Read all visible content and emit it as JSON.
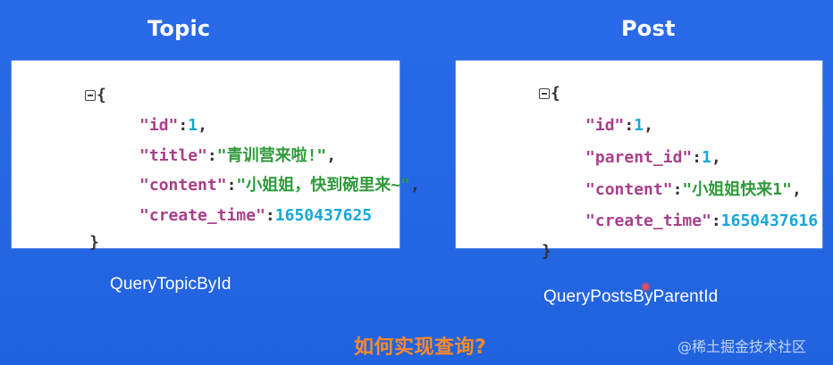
{
  "topic": {
    "title": "Topic",
    "caption": "QueryTopicById",
    "json": {
      "open_brace": "{",
      "close_brace": "}",
      "fields": [
        {
          "key": "\"id\"",
          "value": "1",
          "kind": "num",
          "trail": ","
        },
        {
          "key": "\"title\"",
          "value": "\"青训营来啦!\"",
          "kind": "str",
          "trail": ","
        },
        {
          "key": "\"content\"",
          "value": "\"小姐姐，快到碗里来~\"",
          "kind": "str",
          "trail": ","
        },
        {
          "key": "\"create_time\"",
          "value": "1650437625",
          "kind": "num",
          "trail": ""
        }
      ]
    }
  },
  "post": {
    "title": "Post",
    "caption": "QueryPostsByParentId",
    "json": {
      "open_brace": "{",
      "close_brace": "}",
      "fields": [
        {
          "key": "\"id\"",
          "value": "1",
          "kind": "num",
          "trail": ","
        },
        {
          "key": "\"parent_id\"",
          "value": "1",
          "kind": "num",
          "trail": ","
        },
        {
          "key": "\"content\"",
          "value": "\"小姐姐快来1\"",
          "kind": "str",
          "trail": ","
        },
        {
          "key": "\"create_time\"",
          "value": "1650437616",
          "kind": "num",
          "trail": ""
        }
      ]
    }
  },
  "question": "如何实现查询?",
  "watermark": "@稀土掘金技术社区",
  "colors": {
    "background": "#2266e0",
    "key": "#a83f8a",
    "number": "#17a7d8",
    "string": "#2f9a3a",
    "question": "#ff8a2a"
  },
  "icons": {
    "fold": "collapse-toggle-icon",
    "cursor": "pointer-dot-icon"
  }
}
